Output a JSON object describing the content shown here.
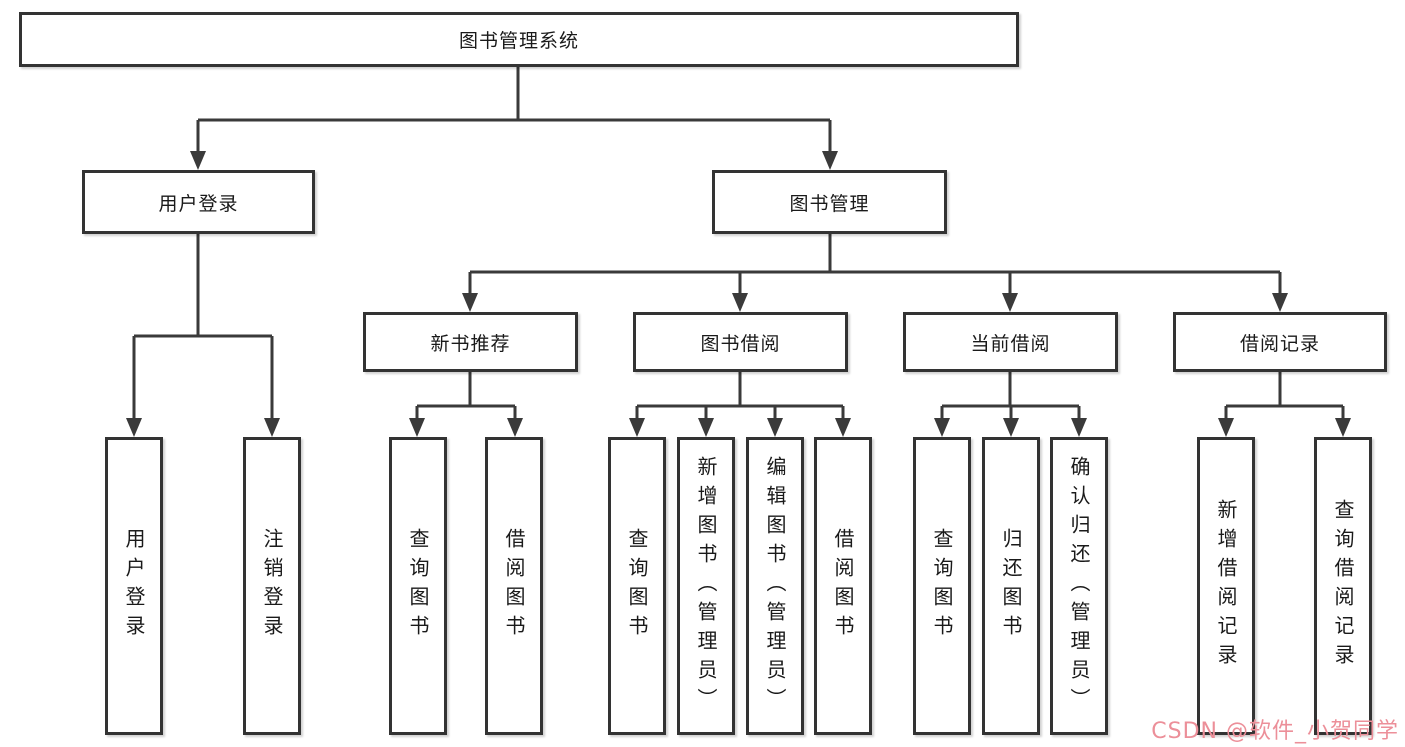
{
  "diagram_title": "图书管理系统",
  "tree": {
    "root": "图书管理系统",
    "children": [
      {
        "label": "用户登录",
        "children": [
          "用户登录",
          "注销登录"
        ]
      },
      {
        "label": "图书管理",
        "children": [
          {
            "label": "新书推荐",
            "children": [
              "查询图书",
              "借阅图书"
            ]
          },
          {
            "label": "图书借阅",
            "children": [
              "查询图书",
              "新增图书（管理员）",
              "编辑图书（管理员）",
              "借阅图书"
            ]
          },
          {
            "label": "当前借阅",
            "children": [
              "查询图书",
              "归还图书",
              "确认归还（管理员）"
            ]
          },
          {
            "label": "借阅记录",
            "children": [
              "新增借阅记录",
              "查询借阅记录"
            ]
          }
        ]
      }
    ]
  },
  "watermark": {
    "text": "CSDN @软件_小贺同学",
    "color": "#ec8f99"
  },
  "colors": {
    "line": "#3a3a3a",
    "box_border": "#333333",
    "background": "#ffffff",
    "text": "#1a1a1a"
  }
}
